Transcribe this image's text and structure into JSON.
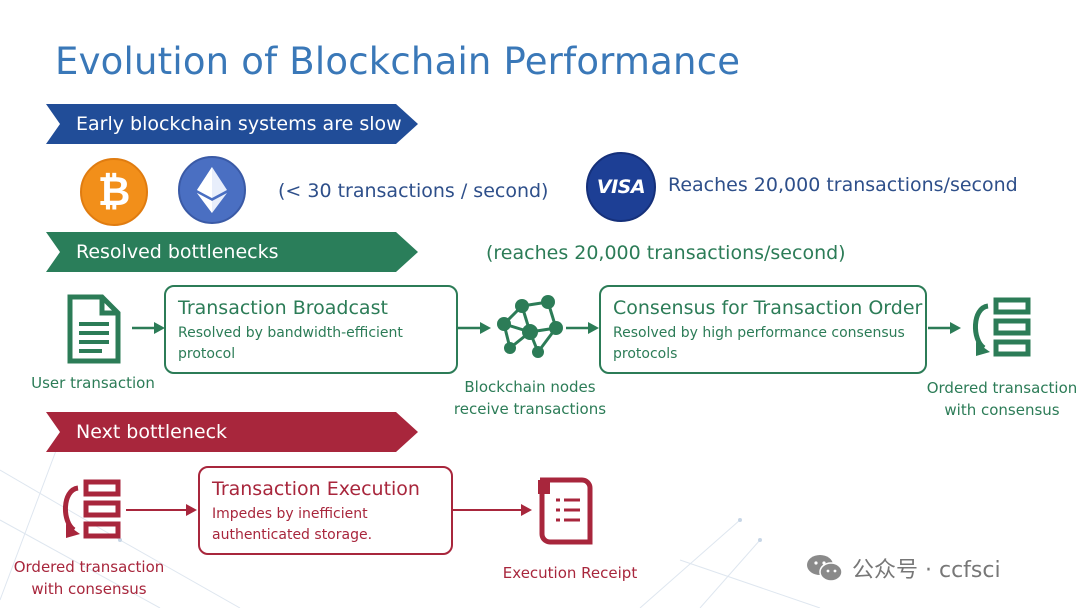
{
  "title": "Evolution of Blockchain Performance",
  "banners": {
    "early": "Early blockchain systems are slow",
    "resolved": "Resolved bottlenecks",
    "next": "Next bottleneck"
  },
  "row_early": {
    "bitcoin_symbol": "₿",
    "rate_note": "(< 30 transactions / second)",
    "visa_logo": "VISA",
    "visa_note": "Reaches 20,000 transactions/second"
  },
  "resolved_note": "(reaches 20,000 transactions/second)",
  "flow_resolved": {
    "user_label": "User transaction",
    "broadcast": {
      "title": "Transaction Broadcast",
      "sub": "Resolved by bandwidth-efficient protocol"
    },
    "nodes_label": [
      "Blockchain nodes",
      "receive transactions"
    ],
    "consensus": {
      "title": "Consensus for Transaction Order",
      "sub": "Resolved by high performance consensus protocols"
    },
    "ordered_label": [
      "Ordered transaction",
      "with consensus"
    ]
  },
  "flow_next": {
    "ordered_label": [
      "Ordered transaction",
      "with consensus"
    ],
    "execution": {
      "title": "Transaction Execution",
      "sub": "Impedes by inefficient authenticated storage."
    },
    "receipt_label": "Execution Receipt"
  },
  "watermark": "公众号 · ccfsci",
  "colors": {
    "title": "#3a78b8",
    "blue": "#214d98",
    "green": "#2a7e5a",
    "red": "#a8263c",
    "bitcoin": "#f28f1a",
    "ethereum": "#4a6fc2"
  },
  "icons": [
    "bitcoin-icon",
    "ethereum-icon",
    "visa-logo",
    "document-icon",
    "network-nodes-icon",
    "ordered-ledger-icon",
    "receipt-icon",
    "wechat-icon"
  ]
}
